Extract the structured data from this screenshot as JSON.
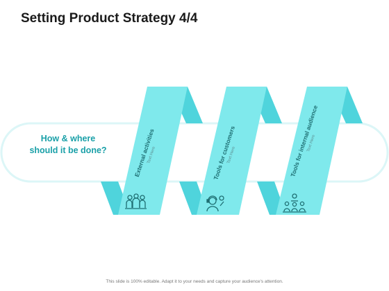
{
  "title": "Setting Product Strategy 4/4",
  "question": "How & where should it be done?",
  "ribbons": [
    {
      "heading": "External activities",
      "sub": "Text Here",
      "icon": "team-meeting-icon"
    },
    {
      "heading": "Tools for customers",
      "sub": "Text Here",
      "icon": "customer-support-icon"
    },
    {
      "heading": "Tools for internal audience",
      "sub": "Text Here",
      "icon": "internal-audience-icon"
    }
  ],
  "footer": "This slide is 100% editable. Adapt it to your needs and capture your audience's attention.",
  "colors": {
    "ribbon_front": "#7fe9ec",
    "ribbon_back": "#4fd4dc",
    "band": "#dcf6f7",
    "accent_text": "#1aa0a8",
    "icon": "#1e6e72"
  }
}
